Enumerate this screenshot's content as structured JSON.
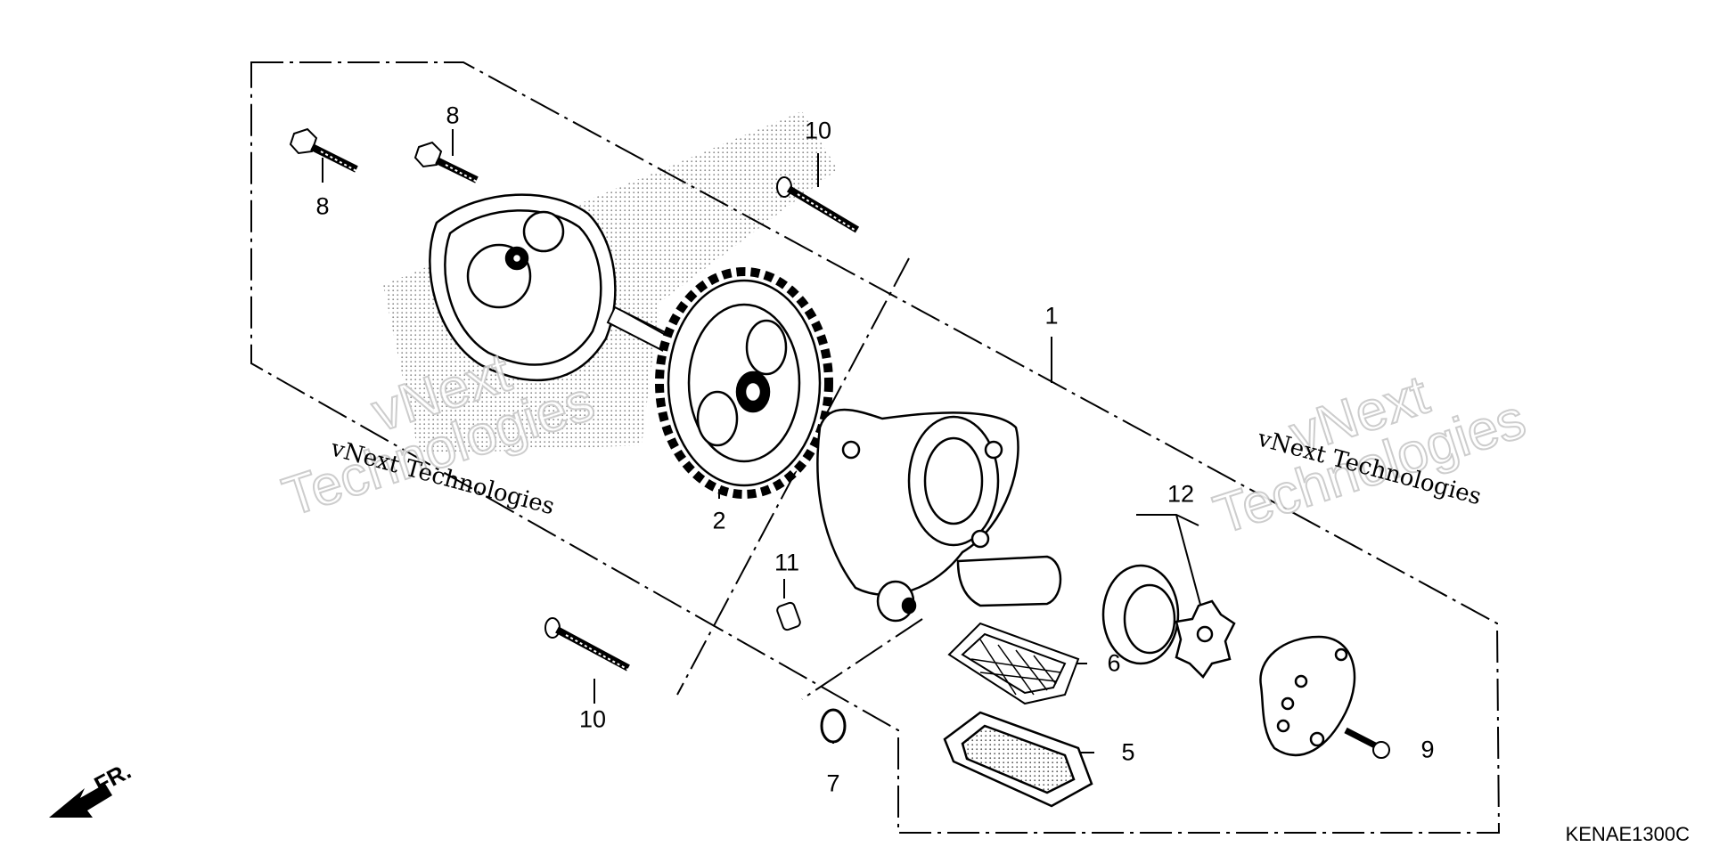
{
  "diagram_code": "KENAE1300C",
  "direction_label": "FR.",
  "watermark": {
    "small_text": "vNext Technologies",
    "big_line1": "vNext",
    "big_line2": "Technologies"
  },
  "callouts": {
    "c1": "1",
    "c2": "2",
    "c5": "5",
    "c6": "6",
    "c7": "7",
    "c8a": "8",
    "c8b": "8",
    "c9": "9",
    "c10a": "10",
    "c10b": "10",
    "c11": "11",
    "c12": "12"
  }
}
